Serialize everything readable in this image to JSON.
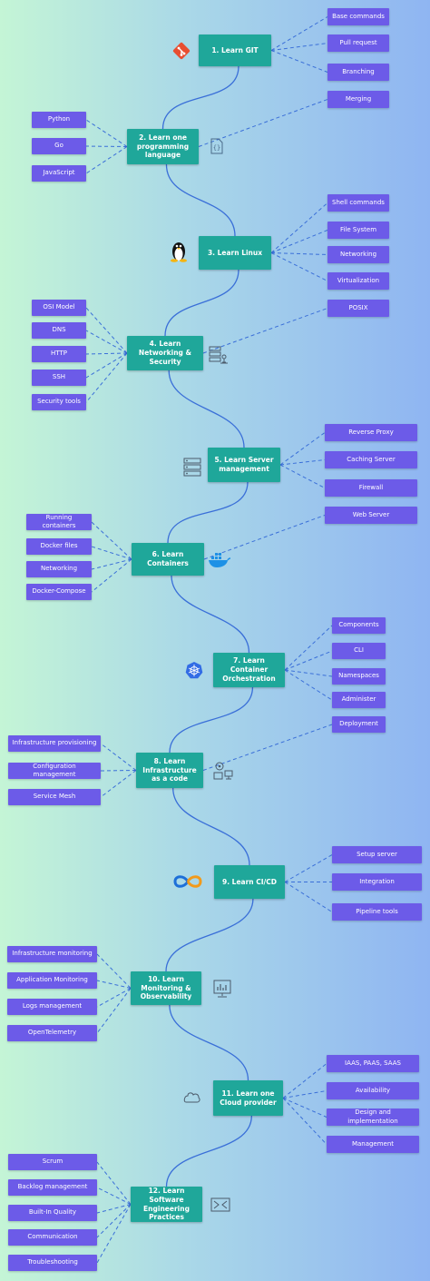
{
  "steps": [
    {
      "label": "1.  Learn GIT",
      "items": [
        "Base commands",
        "Pull request",
        "Branching",
        "Merging"
      ]
    },
    {
      "label": "2.      Learn one programming language",
      "items": [
        "Python",
        "Go",
        "JavaScript"
      ]
    },
    {
      "label": "3.  Learn Linux",
      "items": [
        "Shell commands",
        "File System",
        "Networking",
        "Virtualization",
        "POSIX"
      ]
    },
    {
      "label": "4.  Learn Networking & Security",
      "items": [
        "OSI Model",
        "DNS",
        "HTTP",
        "SSH",
        "Security tools"
      ]
    },
    {
      "label": "5.  Learn Server management",
      "items": [
        "Reverse Proxy",
        "Caching Server",
        "Firewall",
        "Web Server"
      ]
    },
    {
      "label": "6.  Learn Containers",
      "items": [
        "Running containers",
        "Docker files",
        "Networking",
        "Docker-Compose"
      ]
    },
    {
      "label": "7.  Learn Container Orchestration",
      "items": [
        "Components",
        "CLI",
        "Namespaces",
        "Administer",
        "Deployment"
      ]
    },
    {
      "label": "8.       Learn Infrastructure as a code",
      "items": [
        "Infrastructure provisioning",
        "Configuration management",
        "Service Mesh"
      ]
    },
    {
      "label": "9.  Learn CI/CD",
      "items": [
        "Setup server",
        "Integration",
        "Pipeline tools"
      ]
    },
    {
      "label": "10. Learn Monitoring & Observability",
      "items": [
        "Infrastructure monitoring",
        "Application Monitoring",
        "Logs management",
        "OpenTelemetry"
      ]
    },
    {
      "label": "11.  Learn one Cloud provider",
      "items": [
        "IAAS, PAAS, SAAS",
        "Availability",
        "Design and implementation",
        "Management"
      ]
    },
    {
      "label": "12.  Learn Software Engineering Practices",
      "items": [
        "Scrum",
        "Backlog management",
        "Built-In Quality",
        "Communication",
        "Troubleshooting"
      ]
    }
  ],
  "icons": [
    "git-icon",
    "code-brackets-icon",
    "linux-penguin-icon",
    "network-security-icon",
    "server-rack-icon",
    "docker-whale-icon",
    "kubernetes-icon",
    "infrastructure-code-icon",
    "cicd-infinity-icon",
    "monitoring-dashboard-icon",
    "cloud-icon",
    "practices-arrows-icon"
  ],
  "colors": {
    "step": "#1fa79a",
    "item": "#6c5be8",
    "line": "#3a6fd8"
  }
}
